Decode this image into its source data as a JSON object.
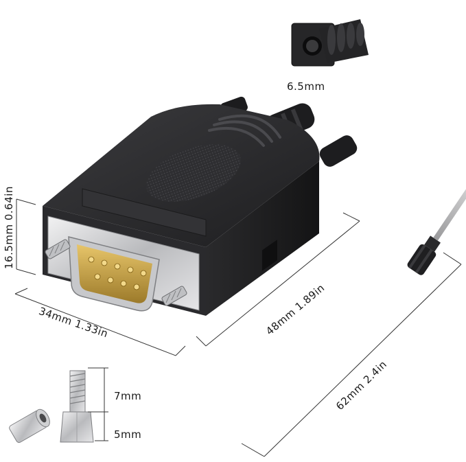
{
  "labels": {
    "grommet_diameter": "6.5mm",
    "height": "16.5mm 0.64in",
    "width": "34mm  1.33in",
    "length": "48mm  1.89in",
    "screwdriver_length": "62mm  2.4in",
    "standoff_thread": "7mm",
    "standoff_body": "5mm"
  },
  "colors": {
    "housing": "#2b2b2d",
    "housing_edge": "#3a3a3c",
    "metal_shell": "#cfd0d2",
    "pins": "#c8a24a",
    "dimension_lines": "#333333"
  }
}
